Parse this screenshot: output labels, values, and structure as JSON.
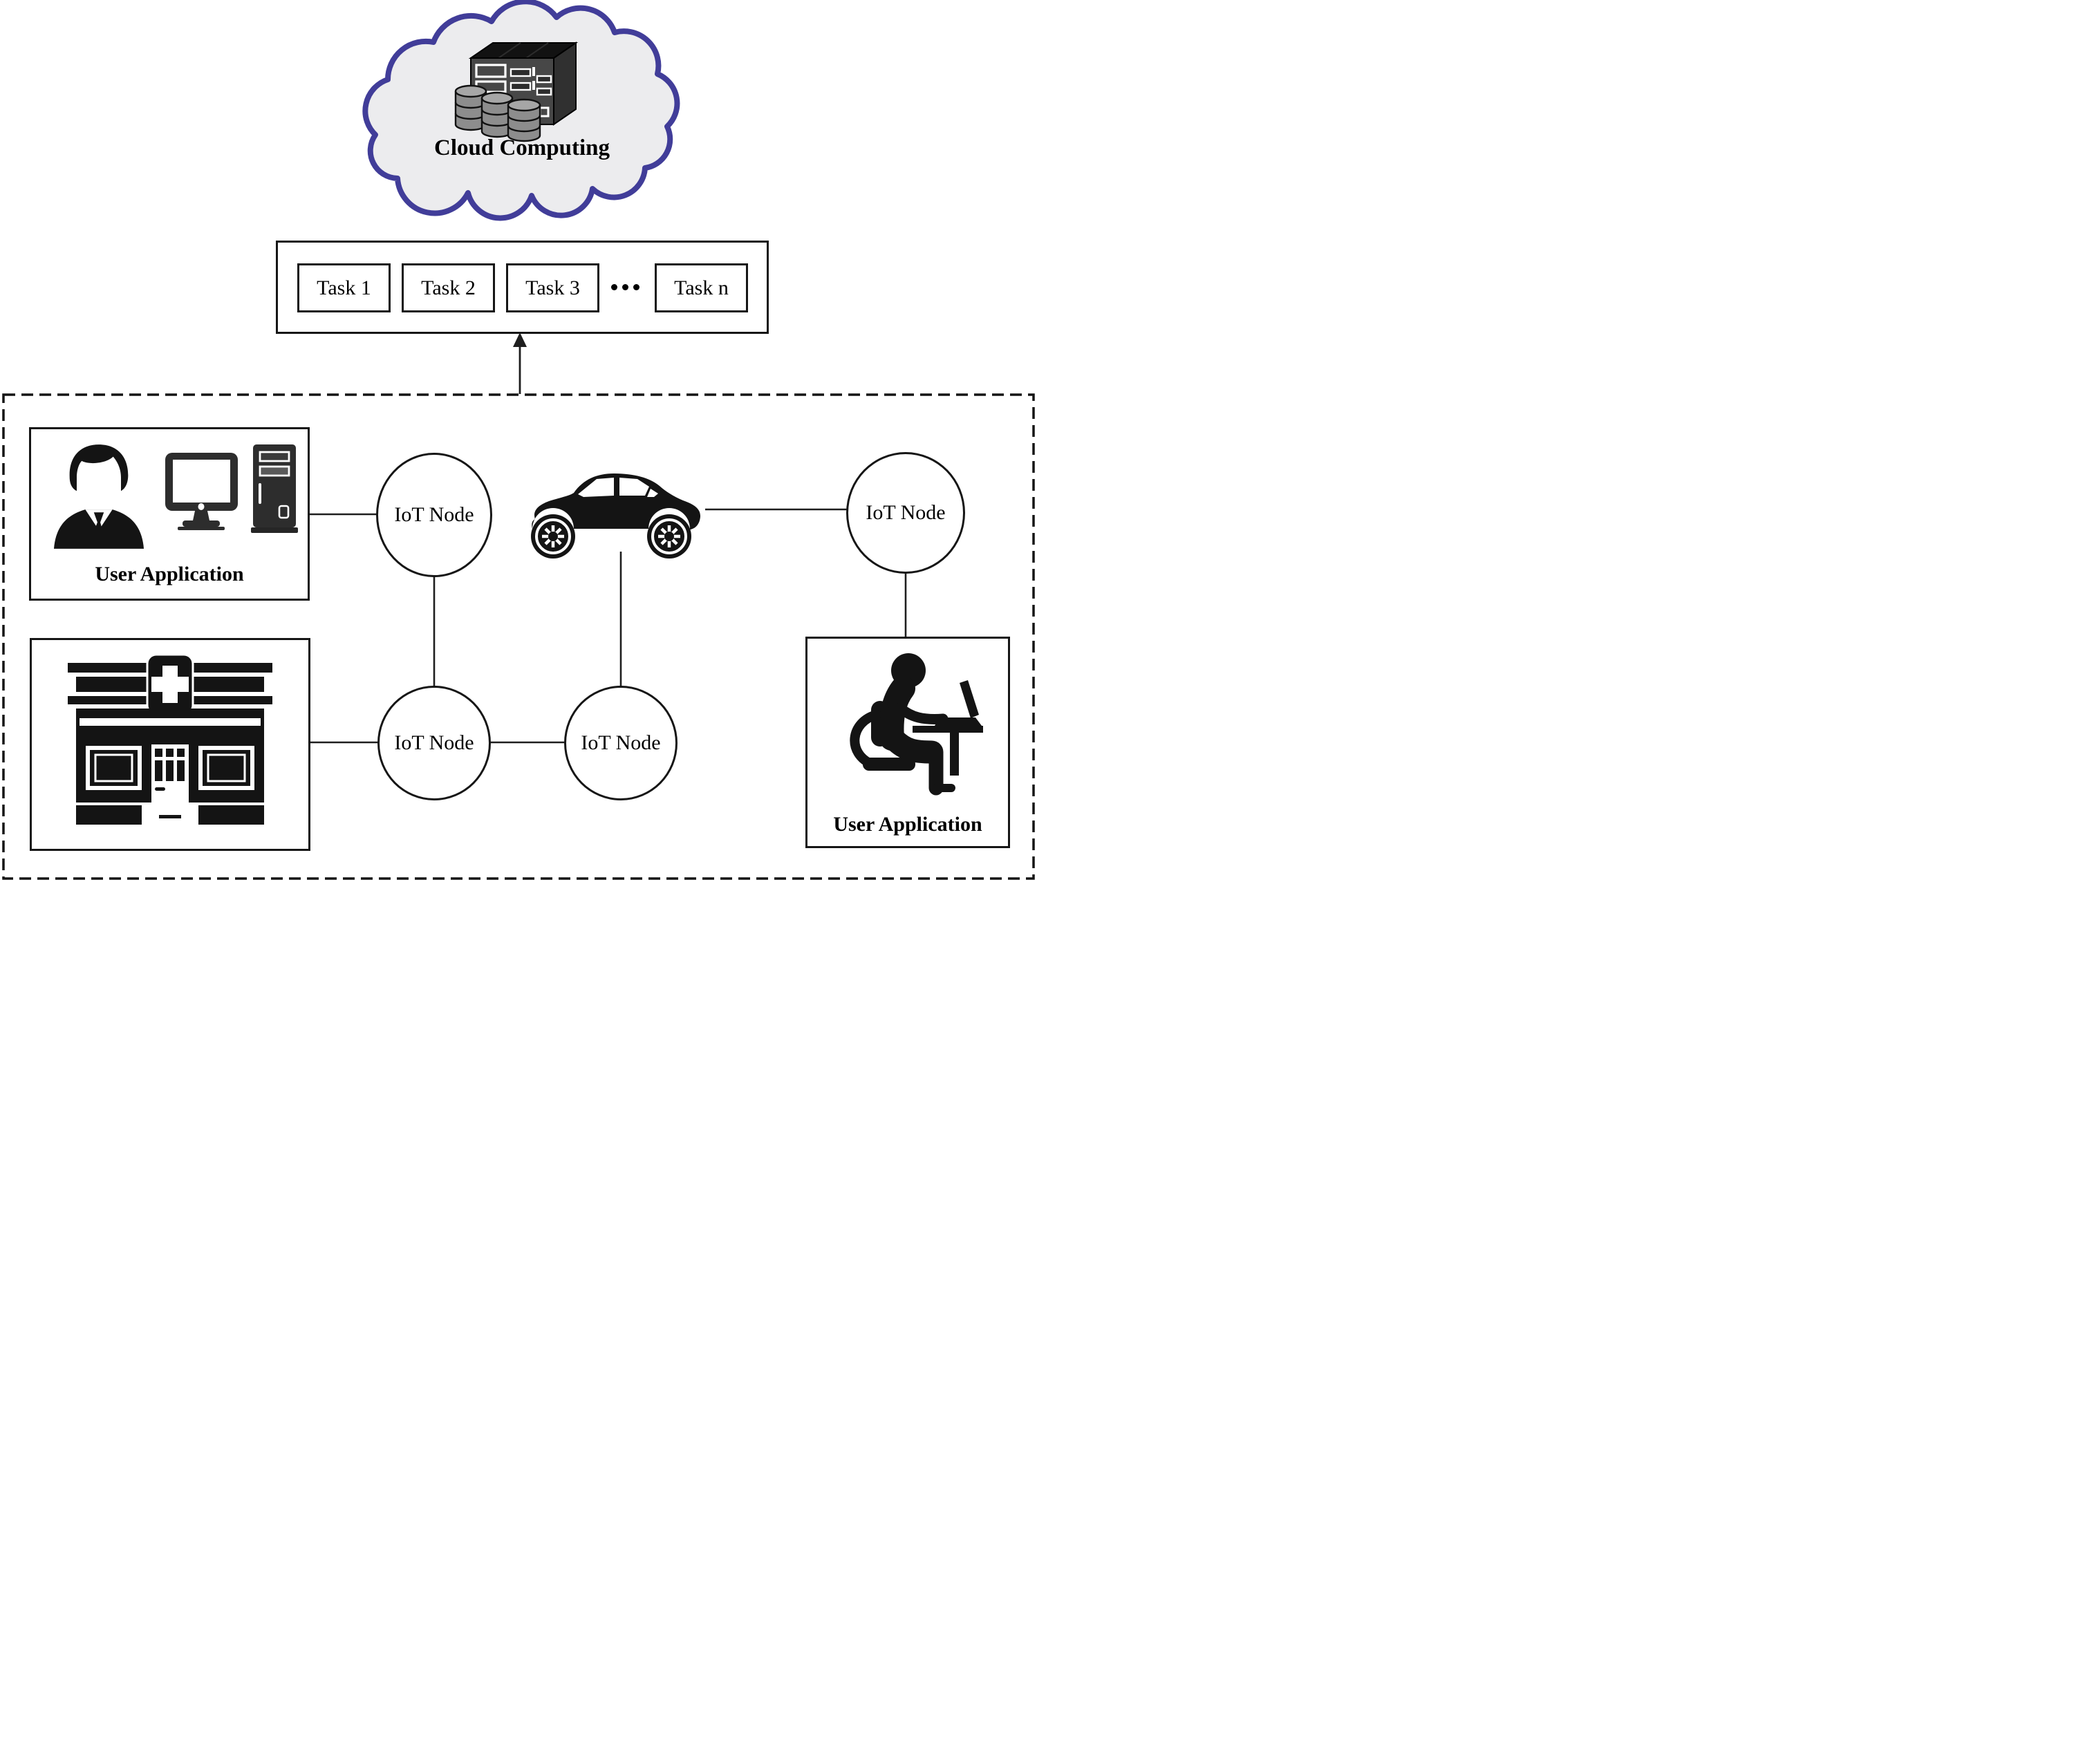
{
  "cloud": {
    "label": "Cloud Computing"
  },
  "task_queue": {
    "tasks": [
      "Task 1",
      "Task 2",
      "Task 3",
      "Task n"
    ],
    "ellipsis": "•••"
  },
  "iot_nodes": {
    "top_left": "IoT Node",
    "top_right": "IoT Node",
    "bottom_left": "IoT Node",
    "bottom_right": "IoT Node"
  },
  "apps": {
    "left_label": "User Application",
    "right_label": "User Application"
  },
  "icons": {
    "cloud_servers": "server-rack-icon",
    "cloud_databases": "database-stack-icon",
    "left_user": "person-icon",
    "left_monitor": "monitor-icon",
    "left_tower": "pc-tower-icon",
    "hospital": "pharmacy-storefront-icon",
    "vehicle": "car-icon",
    "right_user": "person-at-laptop-icon"
  },
  "colors": {
    "cloud_fill": "#ececee",
    "cloud_border": "#413d99",
    "ink": "#161616",
    "server_front": "#474747",
    "server_side": "#303030",
    "server_top": "#121212",
    "db_body": "#8d8d8d",
    "db_top": "#a6a6a6",
    "background": "#ffffff"
  }
}
